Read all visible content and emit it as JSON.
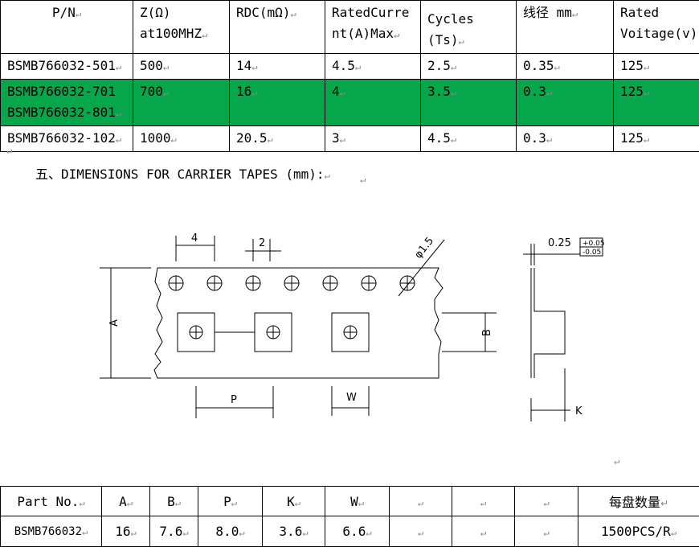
{
  "spec_table": {
    "headers": [
      "P/N",
      "Z(Ω)\nat100MHZ",
      "RDC(mΩ)",
      "RatedCurre\nnt(A)Max",
      "Cycles\n(Ts)",
      "线径 mm",
      "Rated\nVoitage(v)"
    ],
    "rows": [
      [
        "BSMB766032-501",
        "500",
        "14",
        "4.5",
        "2.5",
        "0.35",
        "125"
      ],
      [
        "BSMB766032-701\nBSMB766032-801",
        "700",
        "16",
        "4",
        "3.5",
        "0.3",
        "125"
      ],
      [
        "BSMB766032-102",
        "1000",
        "20.5",
        "3",
        "4.5",
        "0.3",
        "125"
      ]
    ],
    "highlight_color": "#06a74a"
  },
  "section_heading": "五、DIMENSIONS FOR CARRIER TAPES (mm):",
  "paragraph_mark": "↵",
  "drawing_labels": {
    "pitch_4": "4",
    "hole_2": "2",
    "hole_dia": "φ1.5",
    "dim_a": "A",
    "dim_b": "B",
    "dim_p": "P",
    "dim_w": "W",
    "dim_k": "K",
    "thickness": "0.25",
    "tol_plus": "+0.05",
    "tol_minus": "-0.05"
  },
  "dim_table": {
    "headers": [
      "Part No.",
      "A",
      "B",
      "P",
      "K",
      "W",
      "",
      "",
      "",
      "每盘数量"
    ],
    "row": [
      "BSMB766032",
      "16",
      "7.6",
      "8.0",
      "3.6",
      "6.6",
      "",
      "",
      "",
      "1500PCS/R"
    ]
  }
}
